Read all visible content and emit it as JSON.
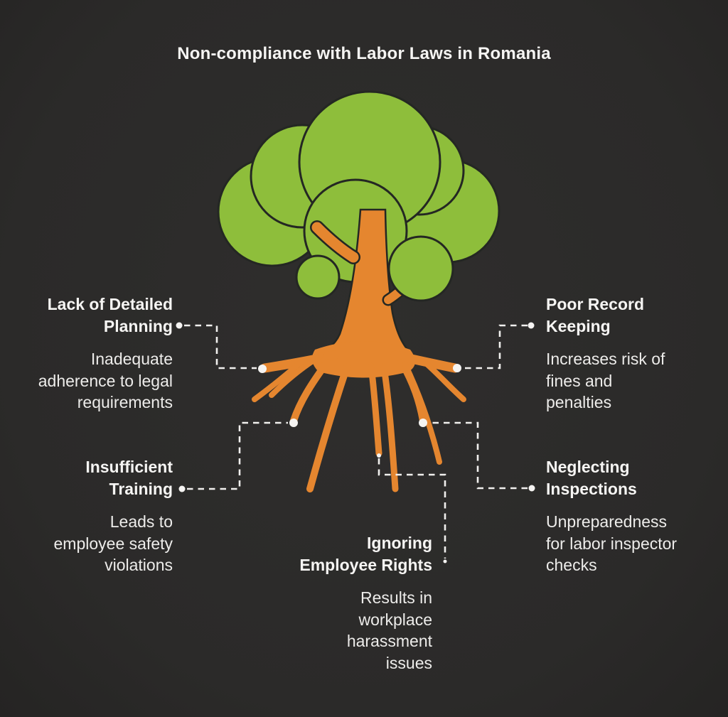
{
  "title": "Non-compliance with Labor Laws in Romania",
  "illustration": {
    "name": "tree-with-roots",
    "canopy_color": "#8ebe3b",
    "canopy_outline_color": "#242723",
    "trunk_color": "#e5862f",
    "connector_color": "#f1f0ee",
    "background_color": "#2b2a29"
  },
  "blocks": [
    {
      "id": "lack-of-detailed-planning",
      "position": "top-left",
      "heading": "Lack of Detailed\nPlanning",
      "description": "Inadequate\nadherence to legal\nrequirements"
    },
    {
      "id": "poor-record-keeping",
      "position": "top-right",
      "heading": "Poor Record\nKeeping",
      "description": "Increases risk of\nfines and\npenalties"
    },
    {
      "id": "insufficient-training",
      "position": "bottom-left",
      "heading": "Insufficient\nTraining",
      "description": "Leads to\nemployee safety\nviolations"
    },
    {
      "id": "neglecting-inspections",
      "position": "bottom-right",
      "heading": "Neglecting\nInspections",
      "description": "Unpreparedness\nfor labor inspector\nchecks"
    },
    {
      "id": "ignoring-employee-rights",
      "position": "bottom-center",
      "heading": "Ignoring\nEmployee Rights",
      "description": "Results in\nworkplace\nharassment\nissues"
    }
  ]
}
